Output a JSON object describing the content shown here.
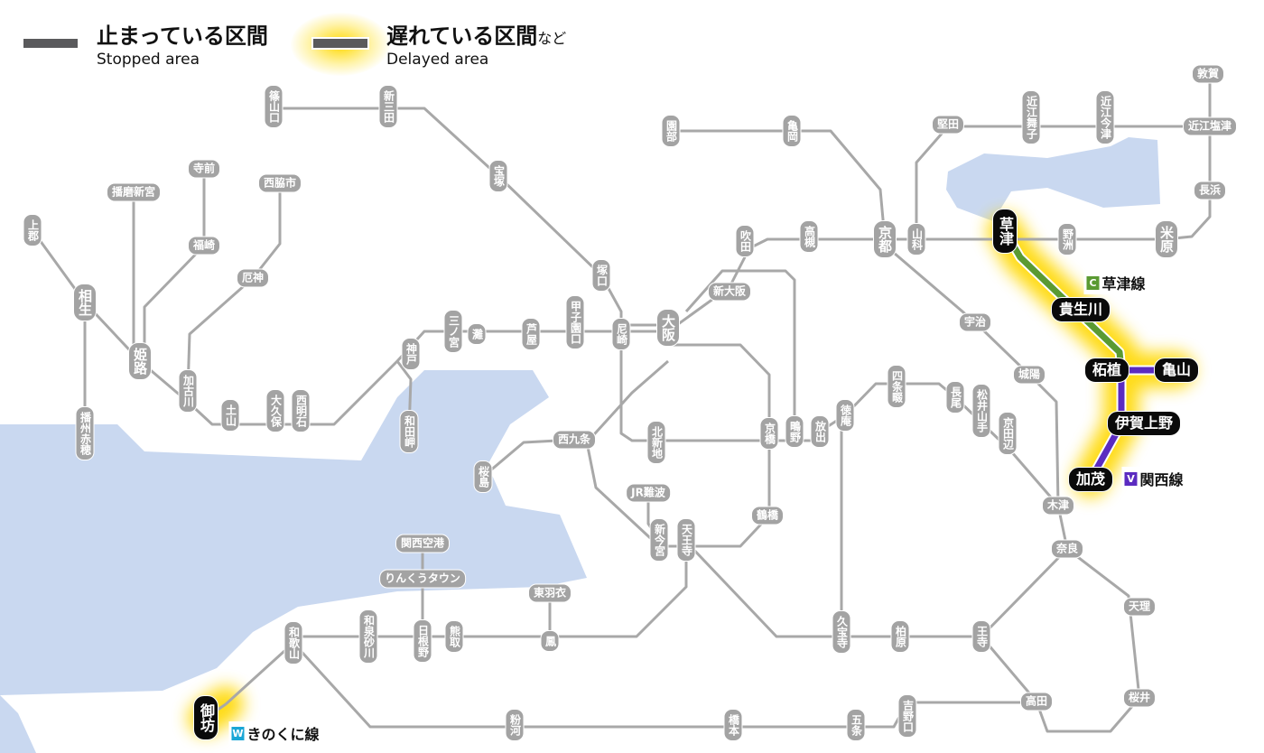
{
  "legend": {
    "stopped": {
      "jp": "止まっている区間",
      "en": "Stopped area"
    },
    "delayed": {
      "jp": "遅れている区間",
      "jp_suffix": "など",
      "en": "Delayed area"
    }
  },
  "colors": {
    "line_gray": "#a8a8a8",
    "water": "#c9d8f0",
    "stopped": "#5a5a5c",
    "delay_glow": "#ffd800",
    "kusatsu_line": "#5a9a32",
    "kansai_line": "#5b2bc0",
    "kinokuni_line": "#1aa6d6"
  },
  "line_labels": [
    {
      "badge": "C",
      "name": "草津線",
      "color": "#5a9a32"
    },
    {
      "badge": "V",
      "name": "関西線",
      "color": "#5b2bc0"
    },
    {
      "badge": "W",
      "name": "きのくに線",
      "color": "#1aa6d6"
    }
  ],
  "stations": [
    {
      "name": "篠山口"
    },
    {
      "name": "新三田"
    },
    {
      "name": "宝塚"
    },
    {
      "name": "寺前"
    },
    {
      "name": "播磨新宮"
    },
    {
      "name": "西脇市"
    },
    {
      "name": "上郡"
    },
    {
      "name": "福崎"
    },
    {
      "name": "厄神"
    },
    {
      "name": "相生"
    },
    {
      "name": "姫路"
    },
    {
      "name": "加古川"
    },
    {
      "name": "土山"
    },
    {
      "name": "大久保"
    },
    {
      "name": "西明石"
    },
    {
      "name": "神戸"
    },
    {
      "name": "和田岬"
    },
    {
      "name": "三ノ宮"
    },
    {
      "name": "灘"
    },
    {
      "name": "芦屋"
    },
    {
      "name": "甲子園口"
    },
    {
      "name": "尼崎"
    },
    {
      "name": "塚口"
    },
    {
      "name": "大阪"
    },
    {
      "name": "新大阪"
    },
    {
      "name": "吹田"
    },
    {
      "name": "高槻"
    },
    {
      "name": "京都"
    },
    {
      "name": "山科"
    },
    {
      "name": "園部"
    },
    {
      "name": "亀岡"
    },
    {
      "name": "堅田"
    },
    {
      "name": "近江舞子"
    },
    {
      "name": "近江今津"
    },
    {
      "name": "敦賀"
    },
    {
      "name": "近江塩津"
    },
    {
      "name": "長浜"
    },
    {
      "name": "米原"
    },
    {
      "name": "野洲"
    },
    {
      "name": "草津",
      "status": "delayed"
    },
    {
      "name": "貴生川",
      "status": "delayed"
    },
    {
      "name": "柘植",
      "status": "delayed"
    },
    {
      "name": "亀山",
      "status": "delayed"
    },
    {
      "name": "伊賀上野",
      "status": "delayed"
    },
    {
      "name": "加茂",
      "status": "delayed"
    },
    {
      "name": "宇治"
    },
    {
      "name": "城陽"
    },
    {
      "name": "四条畷"
    },
    {
      "name": "長尾"
    },
    {
      "name": "松井山手"
    },
    {
      "name": "京田辺"
    },
    {
      "name": "徳庵"
    },
    {
      "name": "放出"
    },
    {
      "name": "鴫野"
    },
    {
      "name": "京橋"
    },
    {
      "name": "北新地"
    },
    {
      "name": "西九条"
    },
    {
      "name": "桜島"
    },
    {
      "name": "JR難波"
    },
    {
      "name": "新今宮"
    },
    {
      "name": "天王寺"
    },
    {
      "name": "鶴橋"
    },
    {
      "name": "木津"
    },
    {
      "name": "奈良"
    },
    {
      "name": "天理"
    },
    {
      "name": "桜井"
    },
    {
      "name": "高田"
    },
    {
      "name": "王寺"
    },
    {
      "name": "柏原"
    },
    {
      "name": "久宝寺"
    },
    {
      "name": "関西空港"
    },
    {
      "name": "りんくうタウン"
    },
    {
      "name": "東羽衣"
    },
    {
      "name": "鳳"
    },
    {
      "name": "熊取"
    },
    {
      "name": "日根野"
    },
    {
      "name": "和泉砂川"
    },
    {
      "name": "和歌山"
    },
    {
      "name": "御坊",
      "status": "delayed"
    },
    {
      "name": "粉河"
    },
    {
      "name": "橋本"
    },
    {
      "name": "五条"
    },
    {
      "name": "吉野口"
    },
    {
      "name": "播州赤穂"
    }
  ]
}
